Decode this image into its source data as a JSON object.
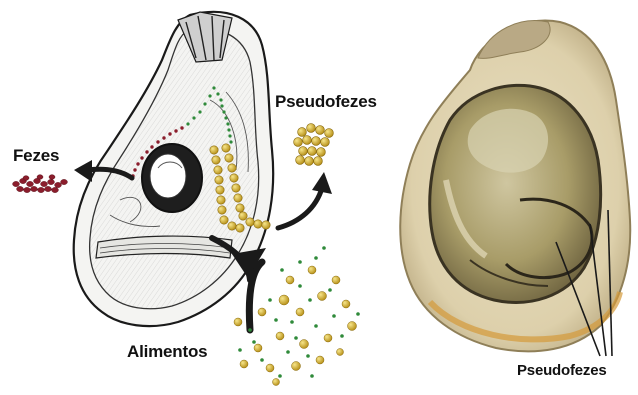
{
  "diagram": {
    "labels": {
      "feces": "Fezes",
      "pseudofeces_drawing": "Pseudofezes",
      "food": "Alimentos",
      "pseudofeces_photo": "Pseudofezes"
    }
  },
  "colors": {
    "outline": "#1a1a1a",
    "shell_fill": "#f4f4f2",
    "feces": "#8b1d2c",
    "food_particle": "#c9a21f",
    "small_particle": "#2f8a3a",
    "oyster_shell": "#e2d6b4",
    "oyster_body": "#a89c68",
    "oyster_edge": "#3a3322"
  }
}
